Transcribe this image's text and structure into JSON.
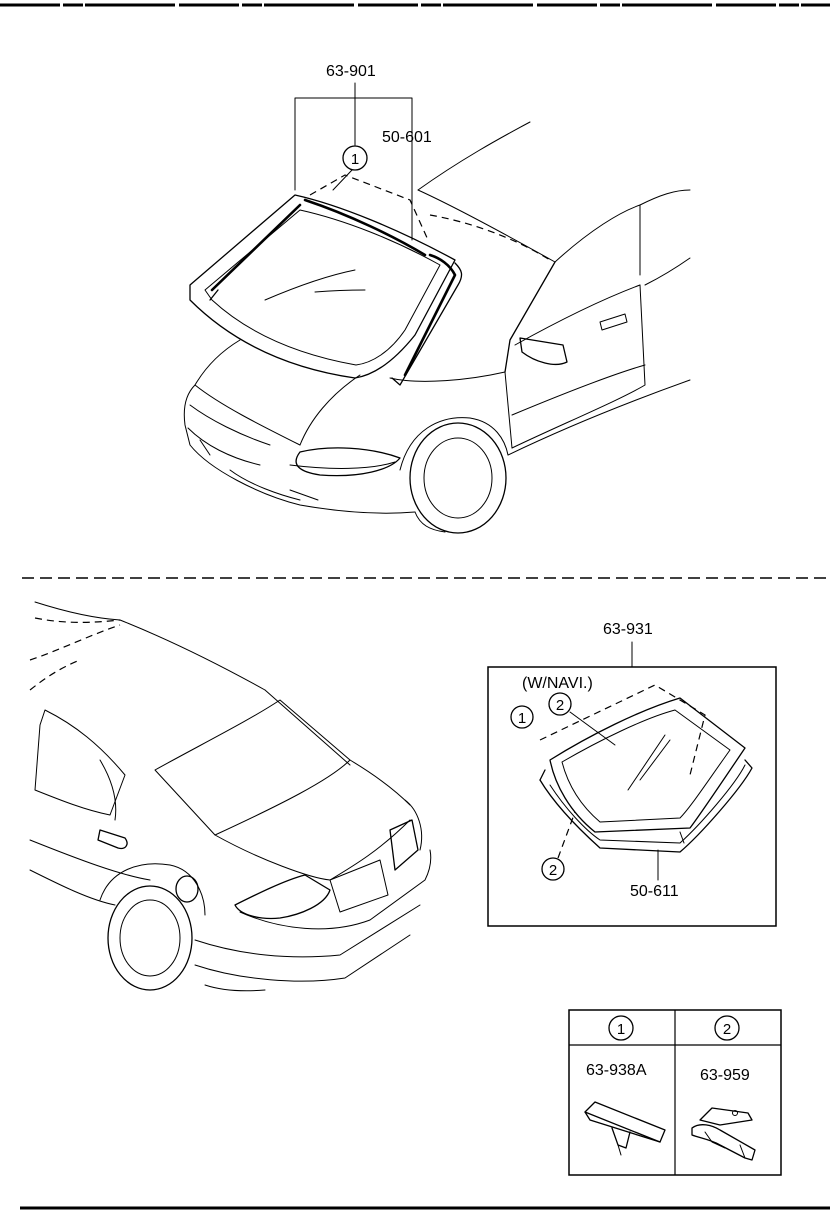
{
  "front": {
    "assembly_label": "63-901",
    "molding_label": "50-601",
    "callout_1": "1"
  },
  "rear": {
    "assembly_label": "63-931",
    "variant_note": "(W/NAVI.)",
    "molding_label": "50-611",
    "callout_1": "1",
    "callout_2_top": "2",
    "callout_2_bottom": "2"
  },
  "legend": {
    "columns": [
      {
        "callout": "1",
        "part_number": "63-938A",
        "icon": "clip-icon"
      },
      {
        "callout": "2",
        "part_number": "63-959",
        "icon": "bracket-clip-icon"
      }
    ]
  }
}
